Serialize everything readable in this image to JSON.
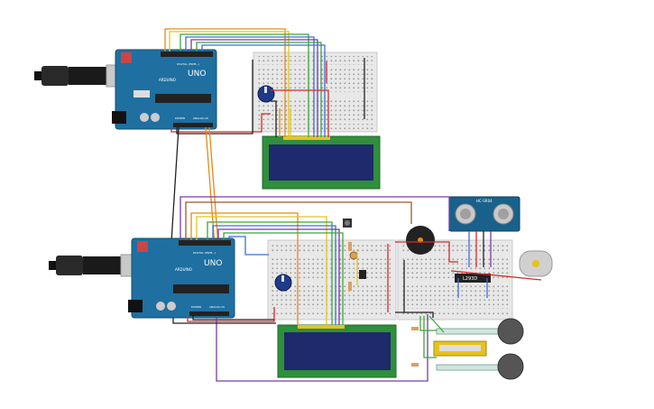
{
  "components": {
    "arduino_top": {
      "model_label": "UNO",
      "brand_label": "ARDUINO",
      "digital_label": "DIGITAL (PWM~)",
      "power_label": "POWER",
      "analog_label": "ANALOG IN"
    },
    "arduino_bottom": {
      "model_label": "UNO",
      "brand_label": "ARDUINO",
      "digital_label": "DIGITAL (PWM~)",
      "power_label": "POWER",
      "analog_label": "ANALOG IN"
    },
    "ultrasonic_sensor": {
      "model_label": "HC-SR04"
    },
    "motor_driver_chip": {
      "label": "L293D"
    }
  },
  "colors": {
    "arduino_board": "#1f6fa1",
    "breadboard": "#e8e8e8",
    "lcd_frame": "#2f8f3a",
    "lcd_screen": "#1e2a6b",
    "ultrasonic_board": "#19618a",
    "wire_red": "#d52b2b",
    "wire_black": "#222222",
    "wire_orange": "#e58a1a",
    "wire_yellow": "#e6c21e",
    "wire_green": "#3aa83a",
    "wire_blue": "#3a6fd8",
    "wire_purple": "#7a3aa8",
    "wire_brown": "#9a5a2a"
  },
  "icons": [
    "usb-plug-icon",
    "potentiometer-icon",
    "buzzer-icon",
    "pushbutton-icon",
    "dc-motor-icon",
    "force-sensor-icon",
    "photoresistor-icon"
  ]
}
